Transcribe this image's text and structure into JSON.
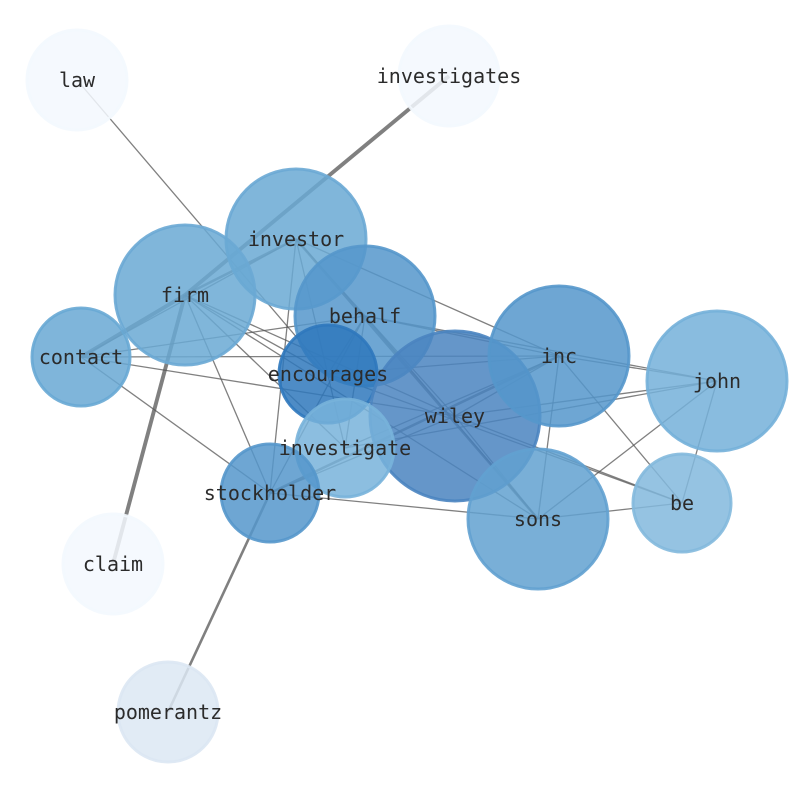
{
  "nodes": [
    {
      "id": "law",
      "label": "law",
      "color": "#f3f8fe"
    },
    {
      "id": "investigates",
      "label": "investigates",
      "color": "#f3f8fe"
    },
    {
      "id": "investor",
      "label": "investor",
      "color": "#6aa9d4"
    },
    {
      "id": "firm",
      "label": "firm",
      "color": "#6aa9d4"
    },
    {
      "id": "behalf",
      "label": "behalf",
      "color": "#5597cb"
    },
    {
      "id": "contact",
      "label": "contact",
      "color": "#68a8d4"
    },
    {
      "id": "encourages",
      "label": "encourages",
      "color": "#2f78bc"
    },
    {
      "id": "wiley",
      "label": "wiley",
      "color": "#4a84c0"
    },
    {
      "id": "inc",
      "label": "inc",
      "color": "#5597cb"
    },
    {
      "id": "john",
      "label": "john",
      "color": "#74b0d9"
    },
    {
      "id": "investigate",
      "label": "investigate",
      "color": "#78b3da"
    },
    {
      "id": "stockholder",
      "label": "stockholder",
      "color": "#5597cb"
    },
    {
      "id": "sons",
      "label": "sons",
      "color": "#62a1d0"
    },
    {
      "id": "be",
      "label": "be",
      "color": "#83b9dd"
    },
    {
      "id": "claim",
      "label": "claim",
      "color": "#f3f8fe"
    },
    {
      "id": "pomerantz",
      "label": "pomerantz",
      "color": "#dce7f3"
    }
  ],
  "edges": [
    [
      "law",
      "encourages",
      1
    ],
    [
      "investigates",
      "firm",
      3
    ],
    [
      "claim",
      "firm",
      3
    ],
    [
      "pomerantz",
      "stockholder",
      2
    ],
    [
      "contact",
      "firm",
      3
    ],
    [
      "contact",
      "investor",
      1
    ],
    [
      "contact",
      "behalf",
      1
    ],
    [
      "contact",
      "wiley",
      1
    ],
    [
      "contact",
      "stockholder",
      1
    ],
    [
      "contact",
      "inc",
      1
    ],
    [
      "firm",
      "investor",
      2
    ],
    [
      "firm",
      "wiley",
      1
    ],
    [
      "firm",
      "sons",
      1
    ],
    [
      "firm",
      "stockholder",
      1
    ],
    [
      "firm",
      "encourages",
      1
    ],
    [
      "firm",
      "investigate",
      1
    ],
    [
      "investor",
      "inc",
      1
    ],
    [
      "investor",
      "sons",
      2
    ],
    [
      "investor",
      "stockholder",
      1
    ],
    [
      "investor",
      "investigate",
      1
    ],
    [
      "investor",
      "wiley",
      1
    ],
    [
      "behalf",
      "stockholder",
      1
    ],
    [
      "behalf",
      "inc",
      1
    ],
    [
      "behalf",
      "john",
      1
    ],
    [
      "behalf",
      "sons",
      1
    ],
    [
      "behalf",
      "investigate",
      1
    ],
    [
      "behalf",
      "encourages",
      1
    ],
    [
      "encourages",
      "inc",
      1
    ],
    [
      "encourages",
      "be",
      1
    ],
    [
      "wiley",
      "inc",
      1
    ],
    [
      "wiley",
      "john",
      1
    ],
    [
      "wiley",
      "sons",
      1
    ],
    [
      "wiley",
      "be",
      1
    ],
    [
      "wiley",
      "stockholder",
      1
    ],
    [
      "inc",
      "john",
      1
    ],
    [
      "inc",
      "sons",
      1
    ],
    [
      "inc",
      "be",
      1
    ],
    [
      "inc",
      "stockholder",
      2
    ],
    [
      "inc",
      "investigate",
      1
    ],
    [
      "john",
      "sons",
      1
    ],
    [
      "john",
      "be",
      1
    ],
    [
      "john",
      "investigate",
      1
    ],
    [
      "sons",
      "be",
      1
    ],
    [
      "sons",
      "stockholder",
      1
    ]
  ]
}
